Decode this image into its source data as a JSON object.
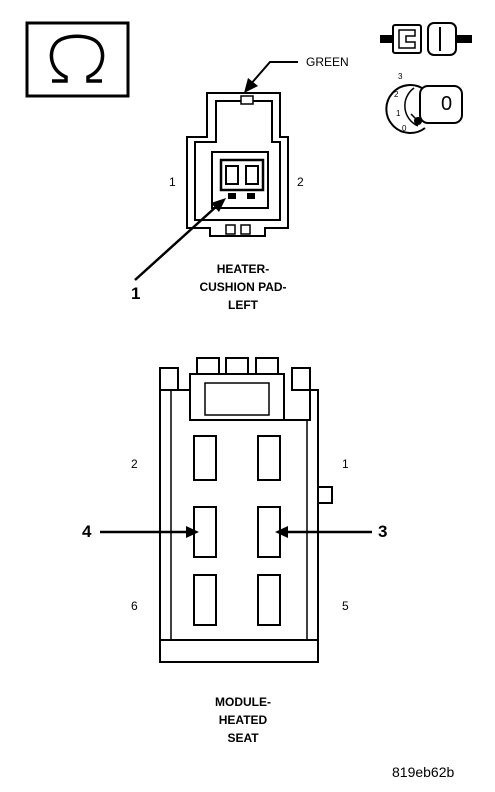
{
  "symbols": {
    "ohm_icon": "ohm-symbol-icon",
    "connector_icon": "disconnect-connector-icon",
    "ignition_icon": "ignition-key-off-icon"
  },
  "ignition": {
    "positions": [
      "3",
      "2",
      "1",
      "0"
    ],
    "key_label": "0"
  },
  "heater_connector": {
    "color_label": "GREEN",
    "pin_left": "1",
    "pin_right": "2",
    "callout": "1",
    "caption_lines": [
      "HEATER-",
      "CUSHION PAD-",
      "LEFT"
    ]
  },
  "module_connector": {
    "pins": {
      "p1": "1",
      "p2": "2",
      "p5": "5",
      "p6": "6"
    },
    "callout_left": "4",
    "callout_right": "3",
    "caption_lines": [
      "MODULE-",
      "HEATED",
      "SEAT"
    ]
  },
  "figure_ref": "819eb62b"
}
